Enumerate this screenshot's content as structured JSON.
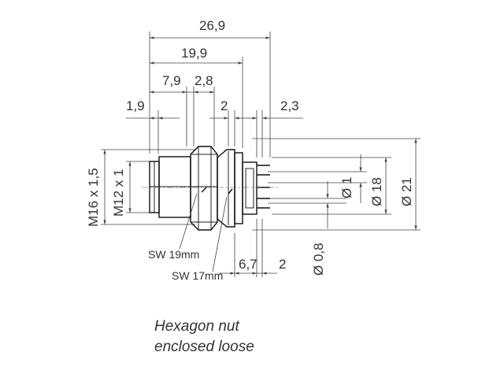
{
  "dimensions": {
    "overall_length": "26,9",
    "length_19_9": "19,9",
    "length_7_9": "7,9",
    "length_2_8": "2,8",
    "length_1_9": "1,9",
    "length_2": "2",
    "length_2_3": "2,3",
    "thread_outer": "M16 x 1,5",
    "thread_inner": "M12 x 1",
    "pin_diameter": "Ø 1",
    "pcb_diameter_18": "Ø 18",
    "flange_diameter_21": "Ø 21",
    "pin_diameter_0_8": "Ø 0,8",
    "length_6_7": "6,7",
    "length_2_bottom": "2"
  },
  "labels": {
    "sw19": "SW 19mm",
    "sw17": "SW 17mm"
  },
  "note": {
    "line1": "Hexagon nut",
    "line2": "enclosed loose"
  }
}
